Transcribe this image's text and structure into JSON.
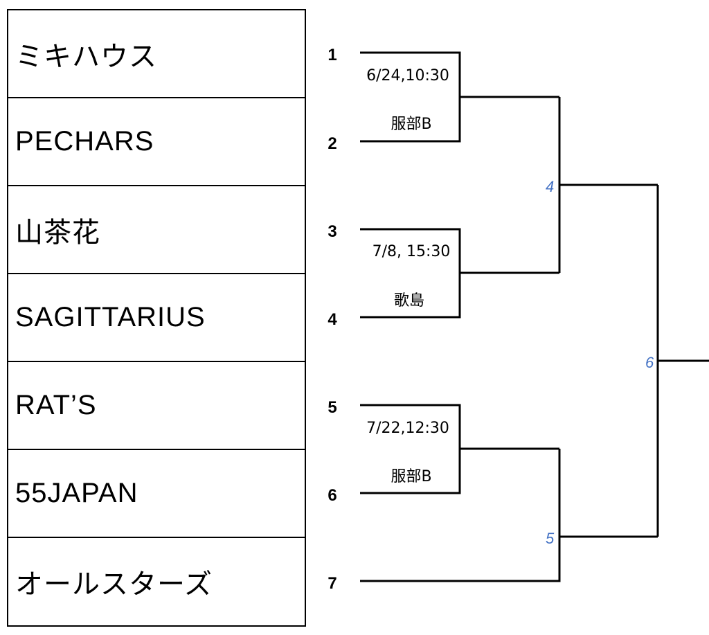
{
  "teams": [
    "ミキハウス",
    "PECHARS",
    "山茶花",
    "SAGITTARIUS",
    "RAT’S",
    "55JAPAN",
    "オールスターズ"
  ],
  "seeds": [
    "1",
    "2",
    "3",
    "4",
    "5",
    "6",
    "7"
  ],
  "matches": [
    {
      "date": "6/24,10:30",
      "venue": "服部B"
    },
    {
      "date": "7/8, 15:30",
      "venue": "歌島"
    },
    {
      "date": "7/22,12:30",
      "venue": "服部B"
    }
  ],
  "match_numbers": [
    "4",
    "5",
    "6"
  ],
  "colors": {
    "match_number": "#4472c4",
    "line": "#000000"
  }
}
